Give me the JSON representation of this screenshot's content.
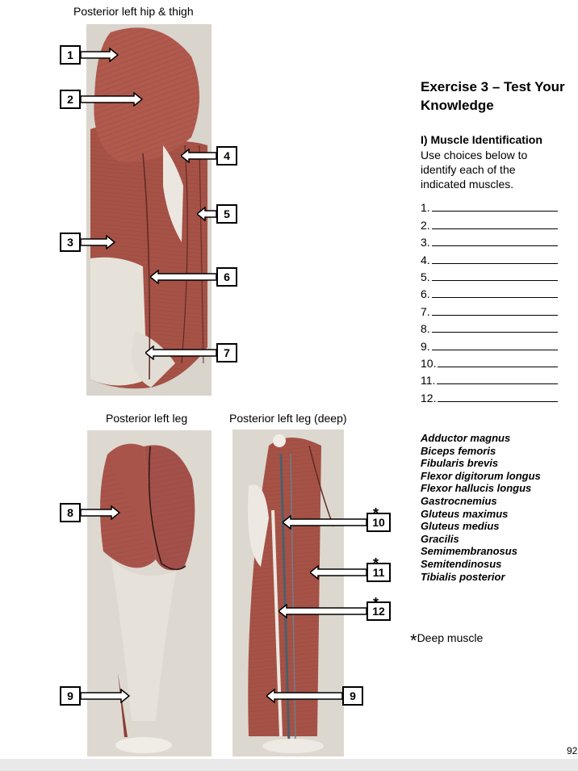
{
  "figures": {
    "top_caption": "Posterior left hip & thigh",
    "left_caption": "Posterior left leg",
    "right_caption": "Posterior left leg (deep)"
  },
  "markers": [
    "1",
    "2",
    "3",
    "4",
    "5",
    "6",
    "7",
    "8",
    "9",
    "10",
    "11",
    "12",
    "9"
  ],
  "deep_marker": "*",
  "exercise": {
    "title": "Exercise 3 – Test Your Knowledge",
    "section_heading": "I) Muscle Identification",
    "instructions": "Use choices below to identify each of the indicated muscles.",
    "blank_numbers": [
      "1.",
      "2.",
      "3.",
      "4.",
      "5.",
      "6.",
      "7.",
      "8.",
      "9.",
      "10.",
      "11.",
      "12."
    ]
  },
  "choices": [
    "Adductor magnus",
    "Biceps femoris",
    "Fibularis brevis",
    "Flexor digitorum longus",
    "Flexor hallucis longus",
    "Gastrocnemius",
    "Gluteus maximus",
    "Gluteus medius",
    "Gracilis",
    "Semimembranosus",
    "Semitendinosus",
    "Tibialis posterior"
  ],
  "footnote": {
    "symbol": "*",
    "text": "Deep muscle"
  },
  "page_number": "92",
  "colors": {
    "muscle": "#b55a4e",
    "muscle_dark": "#8e3f37",
    "tendon": "#e2dfd6"
  }
}
